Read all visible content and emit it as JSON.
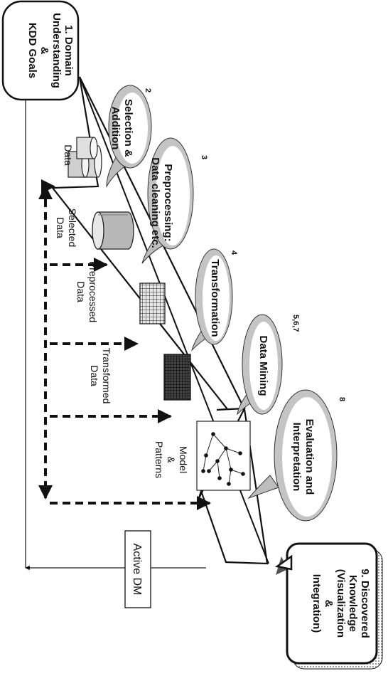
{
  "steps": {
    "s1": [
      "1.  Domain",
      "Understanding",
      "&",
      "KDD Goals"
    ],
    "s2": {
      "num": "2",
      "lines": [
        "Selection &",
        "Addition"
      ]
    },
    "s3": {
      "num": "3",
      "lines": [
        "Preprocessing:",
        "Data cleaning etc."
      ]
    },
    "s4": {
      "num": "4",
      "lines": [
        "Transformation"
      ]
    },
    "s5": {
      "num": "5,6,7",
      "lines": [
        "Data Mining"
      ]
    },
    "s8": {
      "num": "8",
      "lines": [
        "Evaluation and",
        "Interpretation"
      ]
    },
    "s9": [
      "9.  Discovered",
      "Knowledge",
      "(Visualization",
      "&",
      "Integration)"
    ]
  },
  "data_labels": {
    "data": "Data",
    "selected": [
      "Selected",
      "Data"
    ],
    "preprocessed": [
      "Preprocessed",
      "Data"
    ],
    "transformed": [
      "Transformed",
      "Data"
    ],
    "model": [
      "Model",
      "&",
      "Patterns"
    ]
  },
  "active_dm": "Active DM"
}
